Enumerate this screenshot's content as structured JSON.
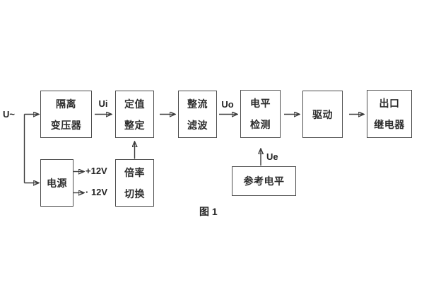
{
  "figure": {
    "caption": "图 1"
  },
  "blocks": {
    "isolation_transformer": {
      "lines": [
        "隔离",
        "变压器"
      ]
    },
    "value_setting": {
      "lines": [
        "定值",
        "整定"
      ]
    },
    "rectifier_filter": {
      "lines": [
        "整流",
        "滤波"
      ]
    },
    "level_detection": {
      "lines": [
        "电平",
        "检测"
      ]
    },
    "driver": {
      "lines": [
        "驱动"
      ]
    },
    "output_relay": {
      "lines": [
        "出口",
        "继电器"
      ]
    },
    "power_supply": {
      "lines": [
        "电源"
      ]
    },
    "ratio_switching": {
      "lines": [
        "倍率",
        "切换"
      ]
    },
    "reference_level": {
      "lines": [
        "参考电平"
      ]
    }
  },
  "signal_labels": {
    "input": "U~",
    "ui": "Ui",
    "uo": "Uo",
    "ue": "Ue",
    "pos_rail": "+12V",
    "neg_rail": "· 12V"
  },
  "colors": {
    "background": "#ffffff",
    "line": "#3a3a3a",
    "box_border": "#4d4d4d",
    "text": "#2d2d2d"
  }
}
